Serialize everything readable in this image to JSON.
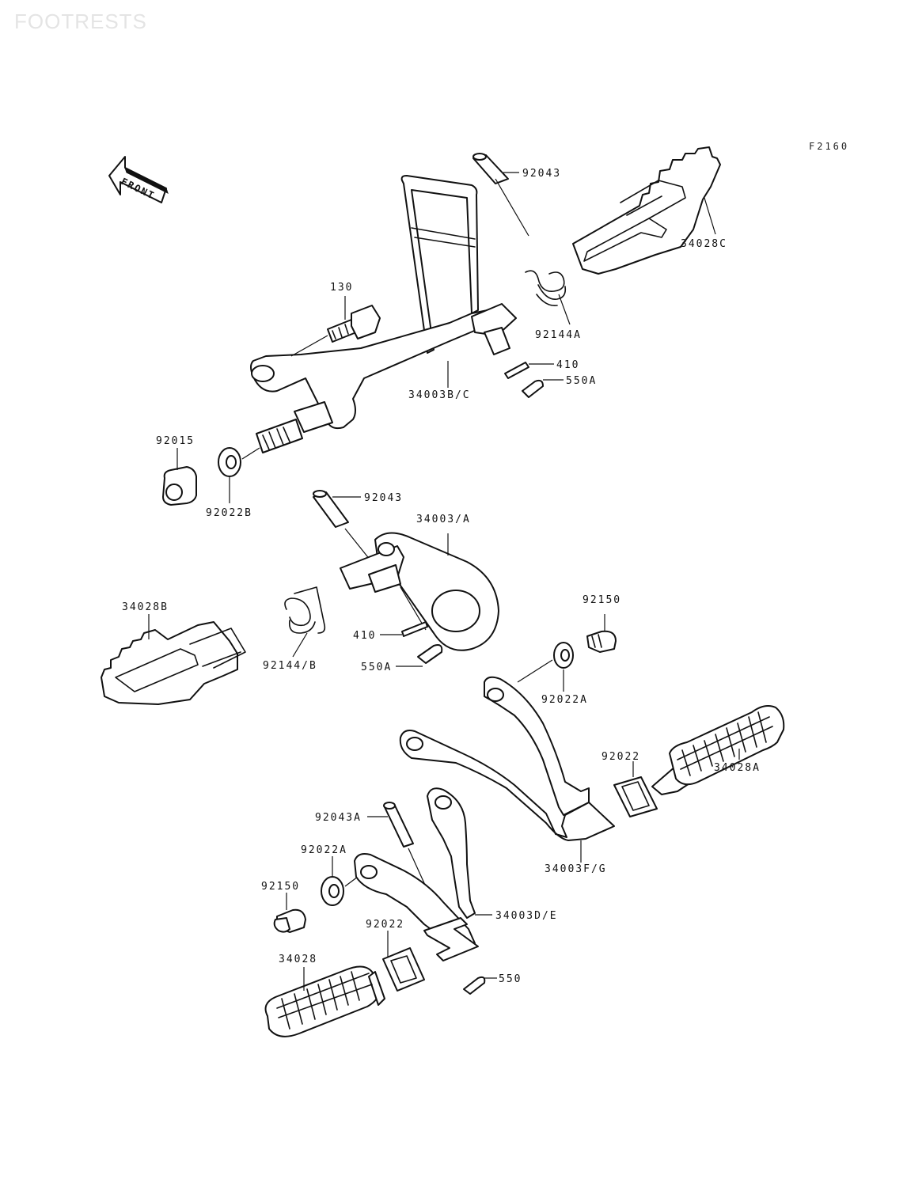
{
  "header": {
    "watermark": "FOOTRESTS",
    "figure_code": "F2160"
  },
  "front_arrow": {
    "label": "FRONT"
  },
  "callouts": {
    "c92043_top": "92043",
    "c34028C": "34028C",
    "c92144A": "92144A",
    "c130": "130",
    "c410_top": "410",
    "c550A_top": "550A",
    "c34003BC": "34003B/C",
    "c92015": "92015",
    "c92022B": "92022B",
    "c92043_mid": "92043",
    "c34003A": "34003/A",
    "c34028B": "34028B",
    "c92144B": "92144/B",
    "c410_mid": "410",
    "c550A_mid": "550A",
    "c92150_right": "92150",
    "c92022A_right": "92022A",
    "c92022_right": "92022",
    "c34028A": "34028A",
    "c34003FG": "34003F/G",
    "c92043A": "92043A",
    "c92022A_left": "92022A",
    "c92150_left": "92150",
    "c34003DE": "34003D/E",
    "c92022_left": "92022",
    "c34028": "34028",
    "c550": "550"
  }
}
